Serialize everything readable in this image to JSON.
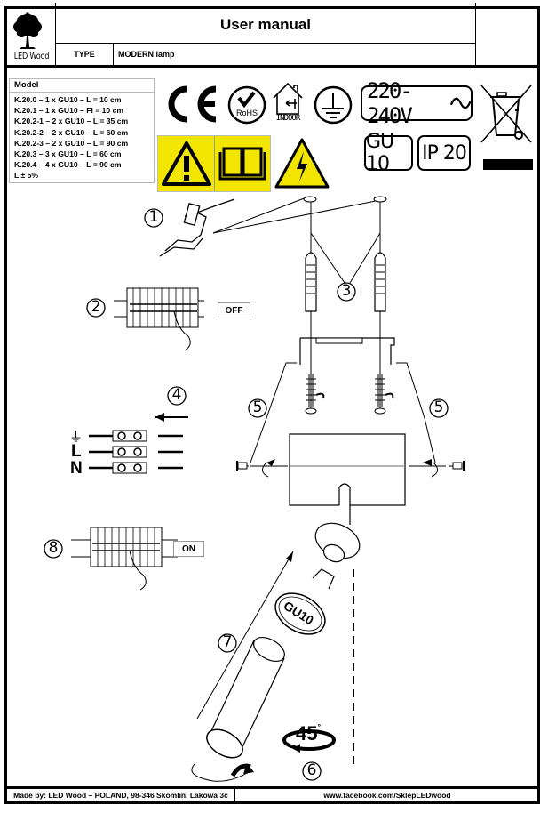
{
  "header": {
    "brand": "LED Wood",
    "title": "User manual",
    "type_label": "TYPE",
    "type_value": "MODERN lamp"
  },
  "models": {
    "heading": "Model",
    "rows": [
      "K.20.0 – 1 x GU10 – L = 10 cm",
      "K.20.1 – 1 x GU10 – Fi = 10 cm",
      "K.20.2-1 – 2 x GU10 – L = 35 cm",
      "K.20.2-2 – 2 x GU10 – L = 60 cm",
      "K.20.2-3 – 2 x GU10 – L = 90 cm",
      "K.20.3 – 3 x GU10 – L = 60 cm",
      "K.20.4 – 4 x GU10 – L = 90 cm",
      "L ± 5%"
    ]
  },
  "certifications": {
    "ce": "CE",
    "rohs": "RoHS",
    "indoor": "INDOOR",
    "voltage": "220-240V",
    "socket": "GU 10",
    "ip_rating": "IP 20",
    "warning_yellow": "#f2e600"
  },
  "steps": {
    "s1": "1",
    "s2": "2",
    "s3": "3",
    "s4": "4",
    "s5": "5",
    "s6": "6",
    "s7": "7",
    "s8": "8"
  },
  "switch": {
    "off_label": "OFF",
    "on_label": "ON"
  },
  "wiring": {
    "earth_symbol": "⏚",
    "live": "L",
    "neutral": "N"
  },
  "bulb": {
    "label": "GU10"
  },
  "rotation": {
    "angle": "45",
    "degree": "°"
  },
  "footer": {
    "maker": "Made by: LED Wood – POLAND, 98-346 Skomlin, Lakowa 3c",
    "website": "www.facebook.com/SklepLEDwood"
  }
}
